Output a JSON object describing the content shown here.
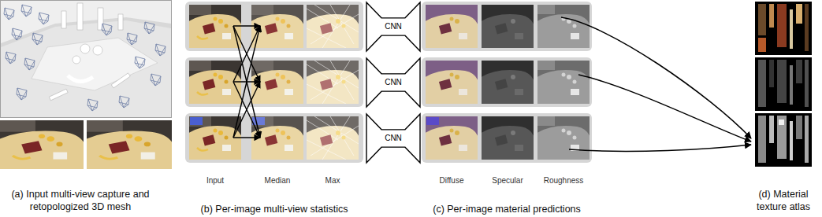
{
  "diagram": {
    "nodes": [
      {
        "text": [
          "CNN"
        ]
      },
      {
        "text": [
          "CNN"
        ]
      },
      {
        "text": [
          "CNN"
        ]
      }
    ],
    "labels": [
      "(a) Input multi-view capture and retopologized 3D mesh",
      "Input",
      "Median",
      "Max",
      "(b) Per-image multi-view statistics",
      "Diffuse",
      "Specular",
      "Roughness",
      "(c) Per-image material predictions",
      "(d) Material texture atlas"
    ]
  }
}
